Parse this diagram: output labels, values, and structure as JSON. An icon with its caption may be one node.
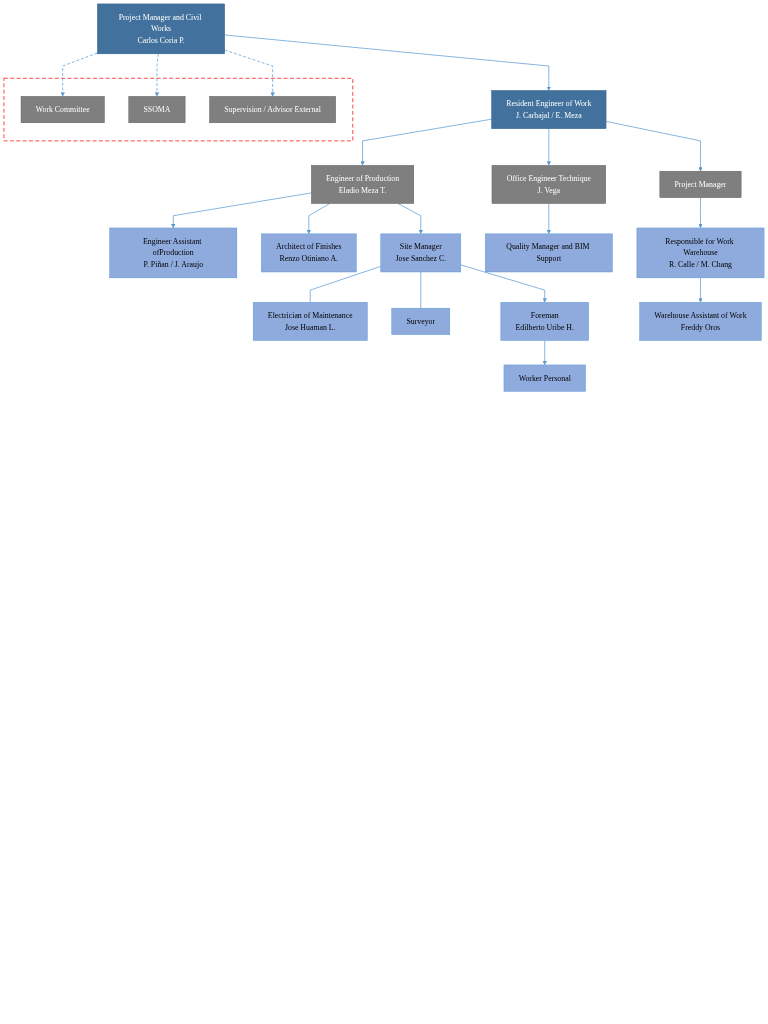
{
  "diagram": {
    "nodes": [
      {
        "text": [
          "Project Manager and Civil Works",
          "Carlos Coria P."
        ]
      },
      {
        "text": [],
        "shape": "box"
      },
      {
        "text": [
          "Work Committee"
        ],
        "in": 1
      },
      {
        "text": [
          "SSOMA"
        ],
        "in": 1
      },
      {
        "text": [
          "Supervision / Advisor External"
        ],
        "in": 1
      },
      {
        "text": [
          "Resident Engineer of Work",
          "J. Carbajal / E. Meza"
        ]
      },
      {
        "text": [
          "Engineer of Production",
          "Eladio Meza T."
        ]
      },
      {
        "text": [
          "Office Engineer Technique",
          "J. Vega"
        ]
      },
      {
        "text": [
          "Project Manager"
        ]
      },
      {
        "text": [
          "Responsible for Work Warehouse",
          "R. Calle / M. Chang"
        ]
      },
      {
        "text": [
          "Engineer Assistant ofProduction",
          "P. Piñan / J. Araujo"
        ]
      },
      {
        "text": [
          "Architect of Finishes",
          "Renzo Otiniano A."
        ]
      },
      {
        "text": [
          "Quality Manager and BIM Support"
        ]
      },
      {
        "text": [
          "Warehouse Assistant of Work",
          "Freddy Oros"
        ]
      },
      {
        "text": [
          "Site Manager",
          "Jose Sanchez C."
        ]
      },
      {
        "text": [
          "Electrician of Maintenance",
          "Jose Huaman L."
        ]
      },
      {
        "text": [
          "Surveyor"
        ]
      },
      {
        "text": [
          "Foreman",
          "Edilberto Uribe H."
        ]
      },
      {
        "text": [
          "Worker Personal"
        ]
      }
    ],
    "edges": [
      {
        "from": 0,
        "to": 2,
        "arrow": "to",
        "style": "dashed"
      },
      {
        "from": 0,
        "to": 3,
        "arrow": "to",
        "style": "dashed"
      },
      {
        "from": 0,
        "to": 4,
        "arrow": "to",
        "style": "dashed"
      },
      {
        "from": 0,
        "to": 5,
        "arrow": "to"
      },
      {
        "from": 5,
        "to": 6,
        "arrow": "to"
      },
      {
        "from": 5,
        "to": 7,
        "arrow": "to"
      },
      {
        "from": 5,
        "to": 8,
        "arrow": "to"
      },
      {
        "from": 8,
        "to": 9,
        "arrow": "to"
      },
      {
        "from": 6,
        "to": 10,
        "arrow": "to"
      },
      {
        "from": 6,
        "to": 11,
        "arrow": "to"
      },
      {
        "from": 7,
        "to": 12,
        "arrow": "to"
      },
      {
        "from": 9,
        "to": 13,
        "arrow": "to"
      },
      {
        "from": 6,
        "to": 14,
        "arrow": "to"
      },
      {
        "from": 14,
        "to": 15,
        "arrow": "none"
      },
      {
        "from": 14,
        "to": 16,
        "arrow": "none"
      },
      {
        "from": 14,
        "to": 17,
        "arrow": "to"
      },
      {
        "from": 17,
        "to": 18,
        "arrow": "to"
      }
    ]
  }
}
